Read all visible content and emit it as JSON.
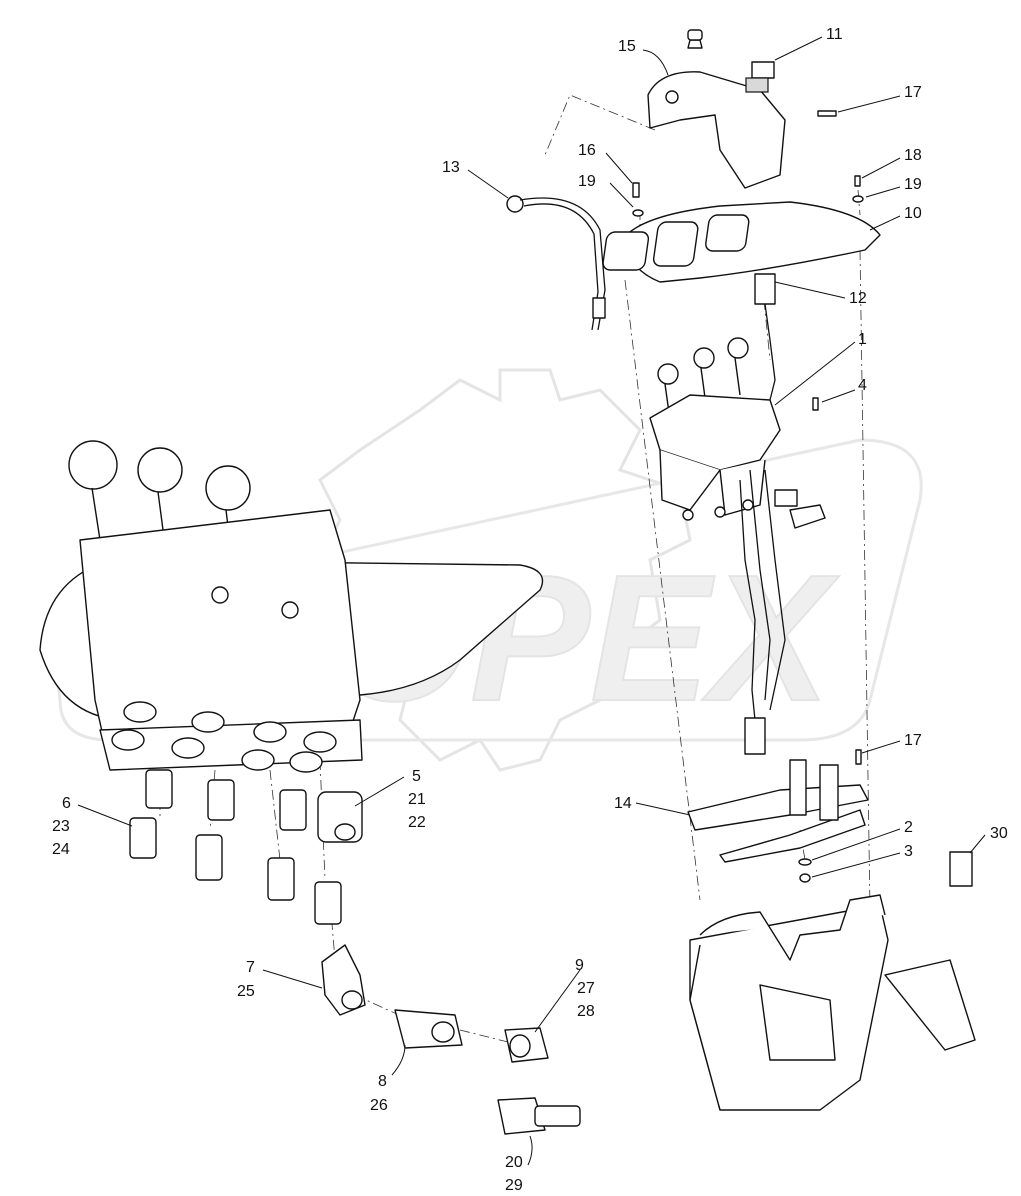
{
  "watermark": {
    "text": "OPEX",
    "color": "#d8d8d8"
  },
  "callouts": [
    {
      "id": "c15",
      "lines": [
        "15"
      ]
    },
    {
      "id": "c11",
      "lines": [
        "11"
      ]
    },
    {
      "id": "c17a",
      "lines": [
        "17"
      ]
    },
    {
      "id": "c13",
      "lines": [
        "13"
      ]
    },
    {
      "id": "c16",
      "lines": [
        "16"
      ]
    },
    {
      "id": "c18",
      "lines": [
        "18"
      ]
    },
    {
      "id": "c19a",
      "lines": [
        "19"
      ]
    },
    {
      "id": "c19b",
      "lines": [
        "19"
      ]
    },
    {
      "id": "c10",
      "lines": [
        "10"
      ]
    },
    {
      "id": "c12",
      "lines": [
        "12"
      ]
    },
    {
      "id": "c1",
      "lines": [
        "1"
      ]
    },
    {
      "id": "c4",
      "lines": [
        "4"
      ]
    },
    {
      "id": "c17b",
      "lines": [
        "17"
      ]
    },
    {
      "id": "c5",
      "lines": [
        "5",
        "21",
        "22"
      ]
    },
    {
      "id": "c6",
      "lines": [
        "6",
        "23",
        "24"
      ]
    },
    {
      "id": "c14",
      "lines": [
        "14"
      ]
    },
    {
      "id": "c2",
      "lines": [
        "2"
      ]
    },
    {
      "id": "c3",
      "lines": [
        "3"
      ]
    },
    {
      "id": "c30",
      "lines": [
        "30"
      ]
    },
    {
      "id": "c7",
      "lines": [
        "7",
        "25"
      ]
    },
    {
      "id": "c9",
      "lines": [
        "9",
        "27",
        "28"
      ]
    },
    {
      "id": "c8",
      "lines": [
        "8",
        "26"
      ]
    },
    {
      "id": "c20",
      "lines": [
        "20",
        "29"
      ]
    }
  ]
}
